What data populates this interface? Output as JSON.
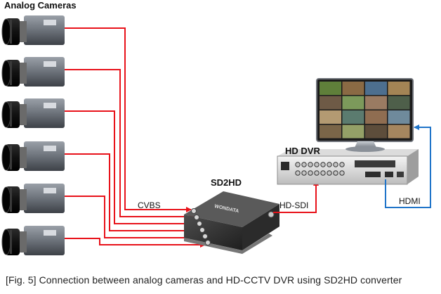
{
  "labels": {
    "analog_cameras": "Analog Cameras",
    "sd2hd": "SD2HD",
    "hd_dvr": "HD DVR",
    "cvbs": "CVBS",
    "hd_sdi": "HD-SDI",
    "hdmi": "HDMI"
  },
  "sd2hd_brand": "WONDATA",
  "caption": "[Fig. 5] Connection between analog cameras and HD-CCTV DVR using SD2HD converter",
  "colors": {
    "cvbs_line": "#e8121a",
    "hdmi_line": "#1f74c9",
    "hdsdi_line": "#e8121a"
  }
}
